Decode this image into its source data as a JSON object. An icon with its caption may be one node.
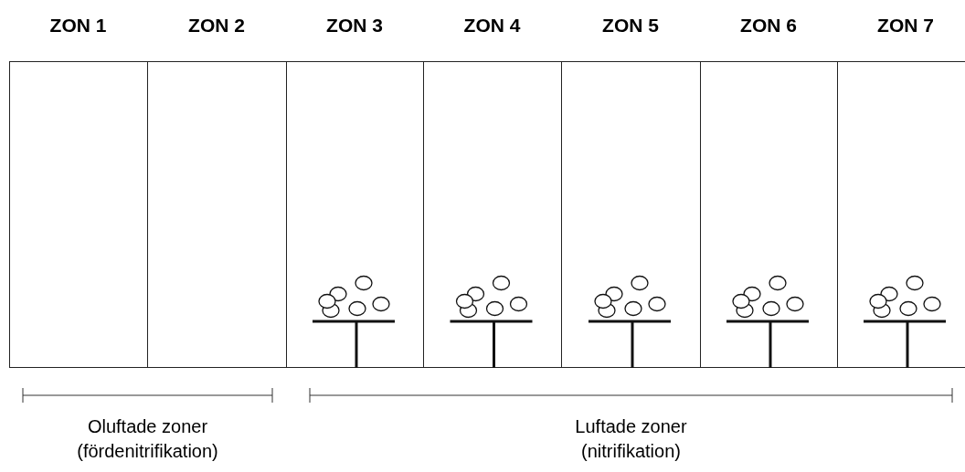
{
  "diagram": {
    "nodes": [
      {
        "text": [
          "ZON 1"
        ]
      },
      {
        "text": [
          "ZON 2"
        ]
      },
      {
        "text": [
          "ZON 3"
        ]
      },
      {
        "text": [
          "ZON 4"
        ]
      },
      {
        "text": [
          "ZON 5"
        ]
      },
      {
        "text": [
          "ZON 6"
        ]
      },
      {
        "text": [
          "ZON 7"
        ]
      }
    ],
    "edges": [],
    "labels": [
      "Oluftade zoner (fördenitrifikation)",
      "Luftade zoner (nitrifikation)"
    ]
  }
}
